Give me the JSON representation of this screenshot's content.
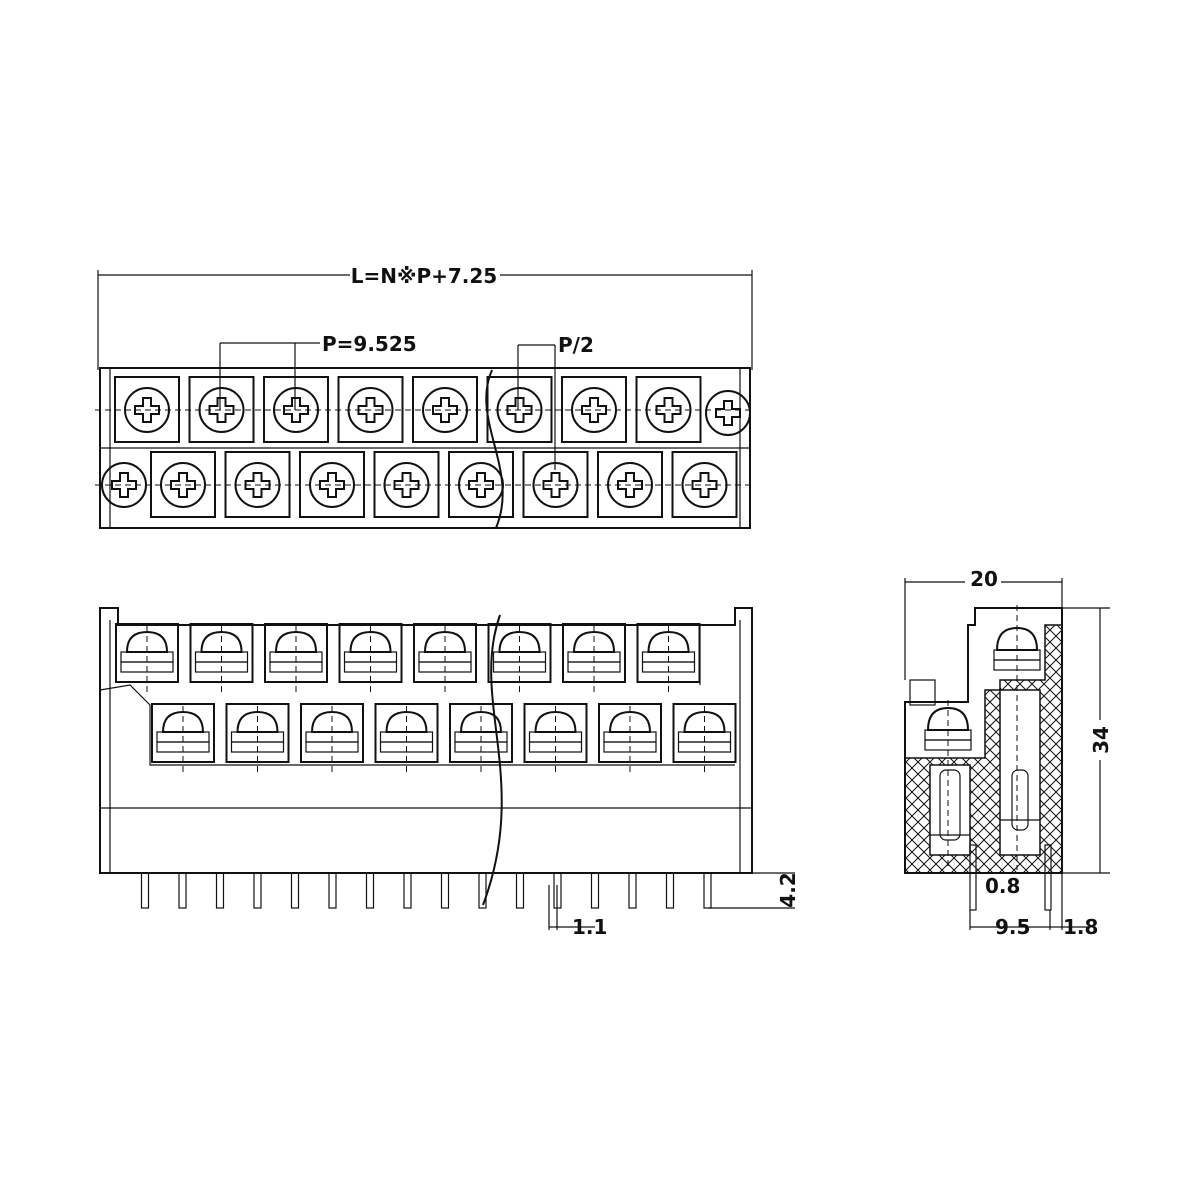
{
  "dimensions": {
    "length_formula": "L=N※P+7.25",
    "pitch": "P=9.525",
    "half_pitch": "P/2",
    "height": "34",
    "depth": "20",
    "pin_length": "4.2",
    "pin_width": "1.1",
    "pin_thickness": "0.8",
    "row_spacing": "9.5",
    "edge_offset": "1.8"
  },
  "views": {
    "top_view": {
      "upper_row_terminals": 8,
      "lower_row_terminals": 8
    },
    "front_view": {
      "upper_row_screws": 8,
      "lower_row_screws": 8,
      "pins": 16
    },
    "side_view": {
      "screws": 2
    }
  }
}
